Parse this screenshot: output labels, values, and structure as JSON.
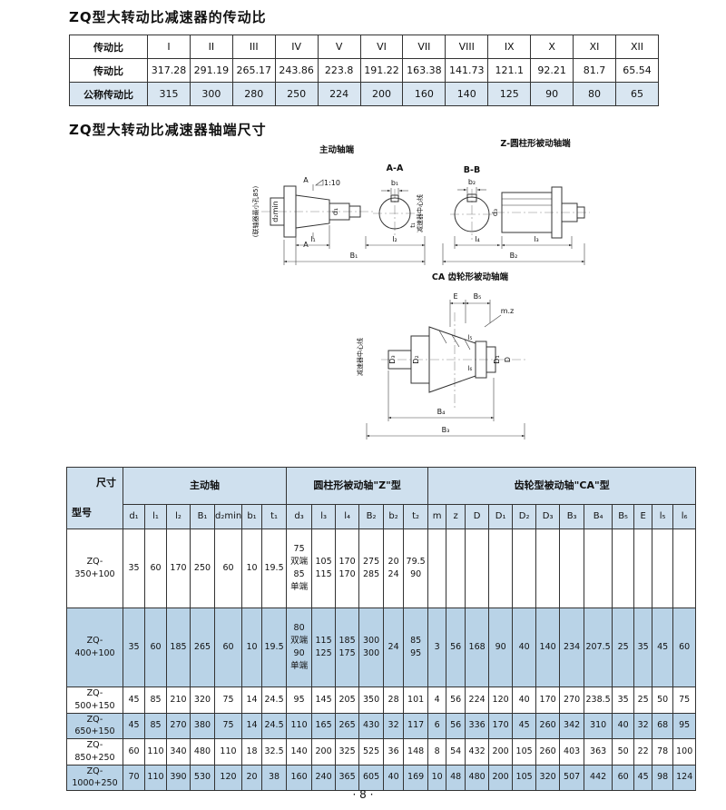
{
  "titles": {
    "ratio_title": "ZQ型大转动比减速器的传动比",
    "dim_title": "ZQ型大转动比减速器轴端尺寸"
  },
  "footer": {
    "page_number": "· 8 ·"
  },
  "colors": {
    "header_bg": "#cfe0ee",
    "alt_row_bg": "#b9d3e7",
    "nominal_row_bg": "#d9e6f1",
    "border": "#333333"
  },
  "ratio_table": {
    "header_label": "传动比",
    "columns": [
      "I",
      "II",
      "III",
      "IV",
      "V",
      "VI",
      "VII",
      "VIII",
      "IX",
      "X",
      "XI",
      "XII"
    ],
    "rows": [
      {
        "label": "传动比",
        "values": [
          "317.28",
          "291.19",
          "265.17",
          "243.86",
          "223.8",
          "191.22",
          "163.38",
          "141.73",
          "121.1",
          "92.21",
          "81.7",
          "65.54"
        ]
      },
      {
        "label": "公称传动比",
        "values": [
          "315",
          "300",
          "280",
          "250",
          "224",
          "200",
          "160",
          "140",
          "125",
          "90",
          "80",
          "65"
        ]
      }
    ]
  },
  "diagram": {
    "driving_shaft_end": "主动轴端",
    "z_shaft_end": "Z-圆柱形被动轴端",
    "ca_shaft_end": "CA 齿轮形被动轴端",
    "section_aa": "A-A",
    "section_bb": "B-B",
    "centerline": "减速器中心线",
    "coupling_note": "(联轴器最小孔85)",
    "taper": "1:10",
    "dims": {
      "A": "A",
      "d1": "d₁",
      "d2min": "d₂min",
      "d3": "d₃",
      "b1": "b₁",
      "b2": "b₂",
      "t1": "t₁",
      "l1": "l₁",
      "l2": "l₂",
      "l3": "l₃",
      "l4": "l₄",
      "l5": "l₅",
      "l6": "l₆",
      "B1": "B₁",
      "B2": "B₂",
      "B3": "B₃",
      "B4": "B₄",
      "B5": "B₅",
      "E": "E",
      "mz": "m.z",
      "D": "D",
      "D1": "D₁",
      "D2": "D₂",
      "D3": "D₃"
    }
  },
  "dim_table": {
    "corner_top": "尺寸",
    "corner_bottom": "型号",
    "groups": [
      {
        "label": "主动轴",
        "span": 7
      },
      {
        "label": "圆柱形被动轴\"Z\"型",
        "span": 6
      },
      {
        "label": "齿轮型被动轴\"CA\"型",
        "span": 12
      }
    ],
    "columns": [
      "d₁",
      "l₁",
      "l₂",
      "B₁",
      "d₂min",
      "b₁",
      "t₁",
      "d₃",
      "l₃",
      "l₄",
      "B₂",
      "b₂",
      "t₂",
      "m",
      "z",
      "D",
      "D₁",
      "D₂",
      "D₃",
      "B₃",
      "B₄",
      "B₅",
      "E",
      "l₅",
      "l₆"
    ],
    "rows": [
      {
        "model": "ZQ-350+100",
        "values": [
          "35",
          "60",
          "170",
          "250",
          "60",
          "10",
          "19.5",
          "75\n双端\n85\n单端",
          "105\n115",
          "170\n170",
          "275\n285",
          "20\n24",
          "79.5\n90",
          "",
          "",
          "",
          "",
          "",
          "",
          "",
          "",
          "",
          "",
          "",
          ""
        ]
      },
      {
        "model": "ZQ-400+100",
        "values": [
          "35",
          "60",
          "185",
          "265",
          "60",
          "10",
          "19.5",
          "80\n双端\n90\n单端",
          "115\n125",
          "185\n175",
          "300\n300",
          "24",
          "85\n95",
          "3",
          "56",
          "168",
          "90",
          "40",
          "140",
          "234",
          "207.5",
          "25",
          "35",
          "45",
          "60"
        ]
      },
      {
        "model": "ZQ-500+150",
        "values": [
          "45",
          "85",
          "210",
          "320",
          "75",
          "14",
          "24.5",
          "95",
          "145",
          "205",
          "350",
          "28",
          "101",
          "4",
          "56",
          "224",
          "120",
          "40",
          "170",
          "270",
          "238.5",
          "35",
          "25",
          "50",
          "75"
        ]
      },
      {
        "model": "ZQ-650+150",
        "values": [
          "45",
          "85",
          "270",
          "380",
          "75",
          "14",
          "24.5",
          "110",
          "165",
          "265",
          "430",
          "32",
          "117",
          "6",
          "56",
          "336",
          "170",
          "45",
          "260",
          "342",
          "310",
          "40",
          "32",
          "68",
          "95"
        ]
      },
      {
        "model": "ZQ-850+250",
        "values": [
          "60",
          "110",
          "340",
          "480",
          "110",
          "18",
          "32.5",
          "140",
          "200",
          "325",
          "525",
          "36",
          "148",
          "8",
          "54",
          "432",
          "200",
          "105",
          "260",
          "403",
          "363",
          "50",
          "22",
          "78",
          "100"
        ]
      },
      {
        "model": "ZQ-1000+250",
        "values": [
          "70",
          "110",
          "390",
          "530",
          "120",
          "20",
          "38",
          "160",
          "240",
          "365",
          "605",
          "40",
          "169",
          "10",
          "48",
          "480",
          "200",
          "105",
          "320",
          "507",
          "442",
          "60",
          "45",
          "98",
          "124"
        ]
      }
    ]
  }
}
